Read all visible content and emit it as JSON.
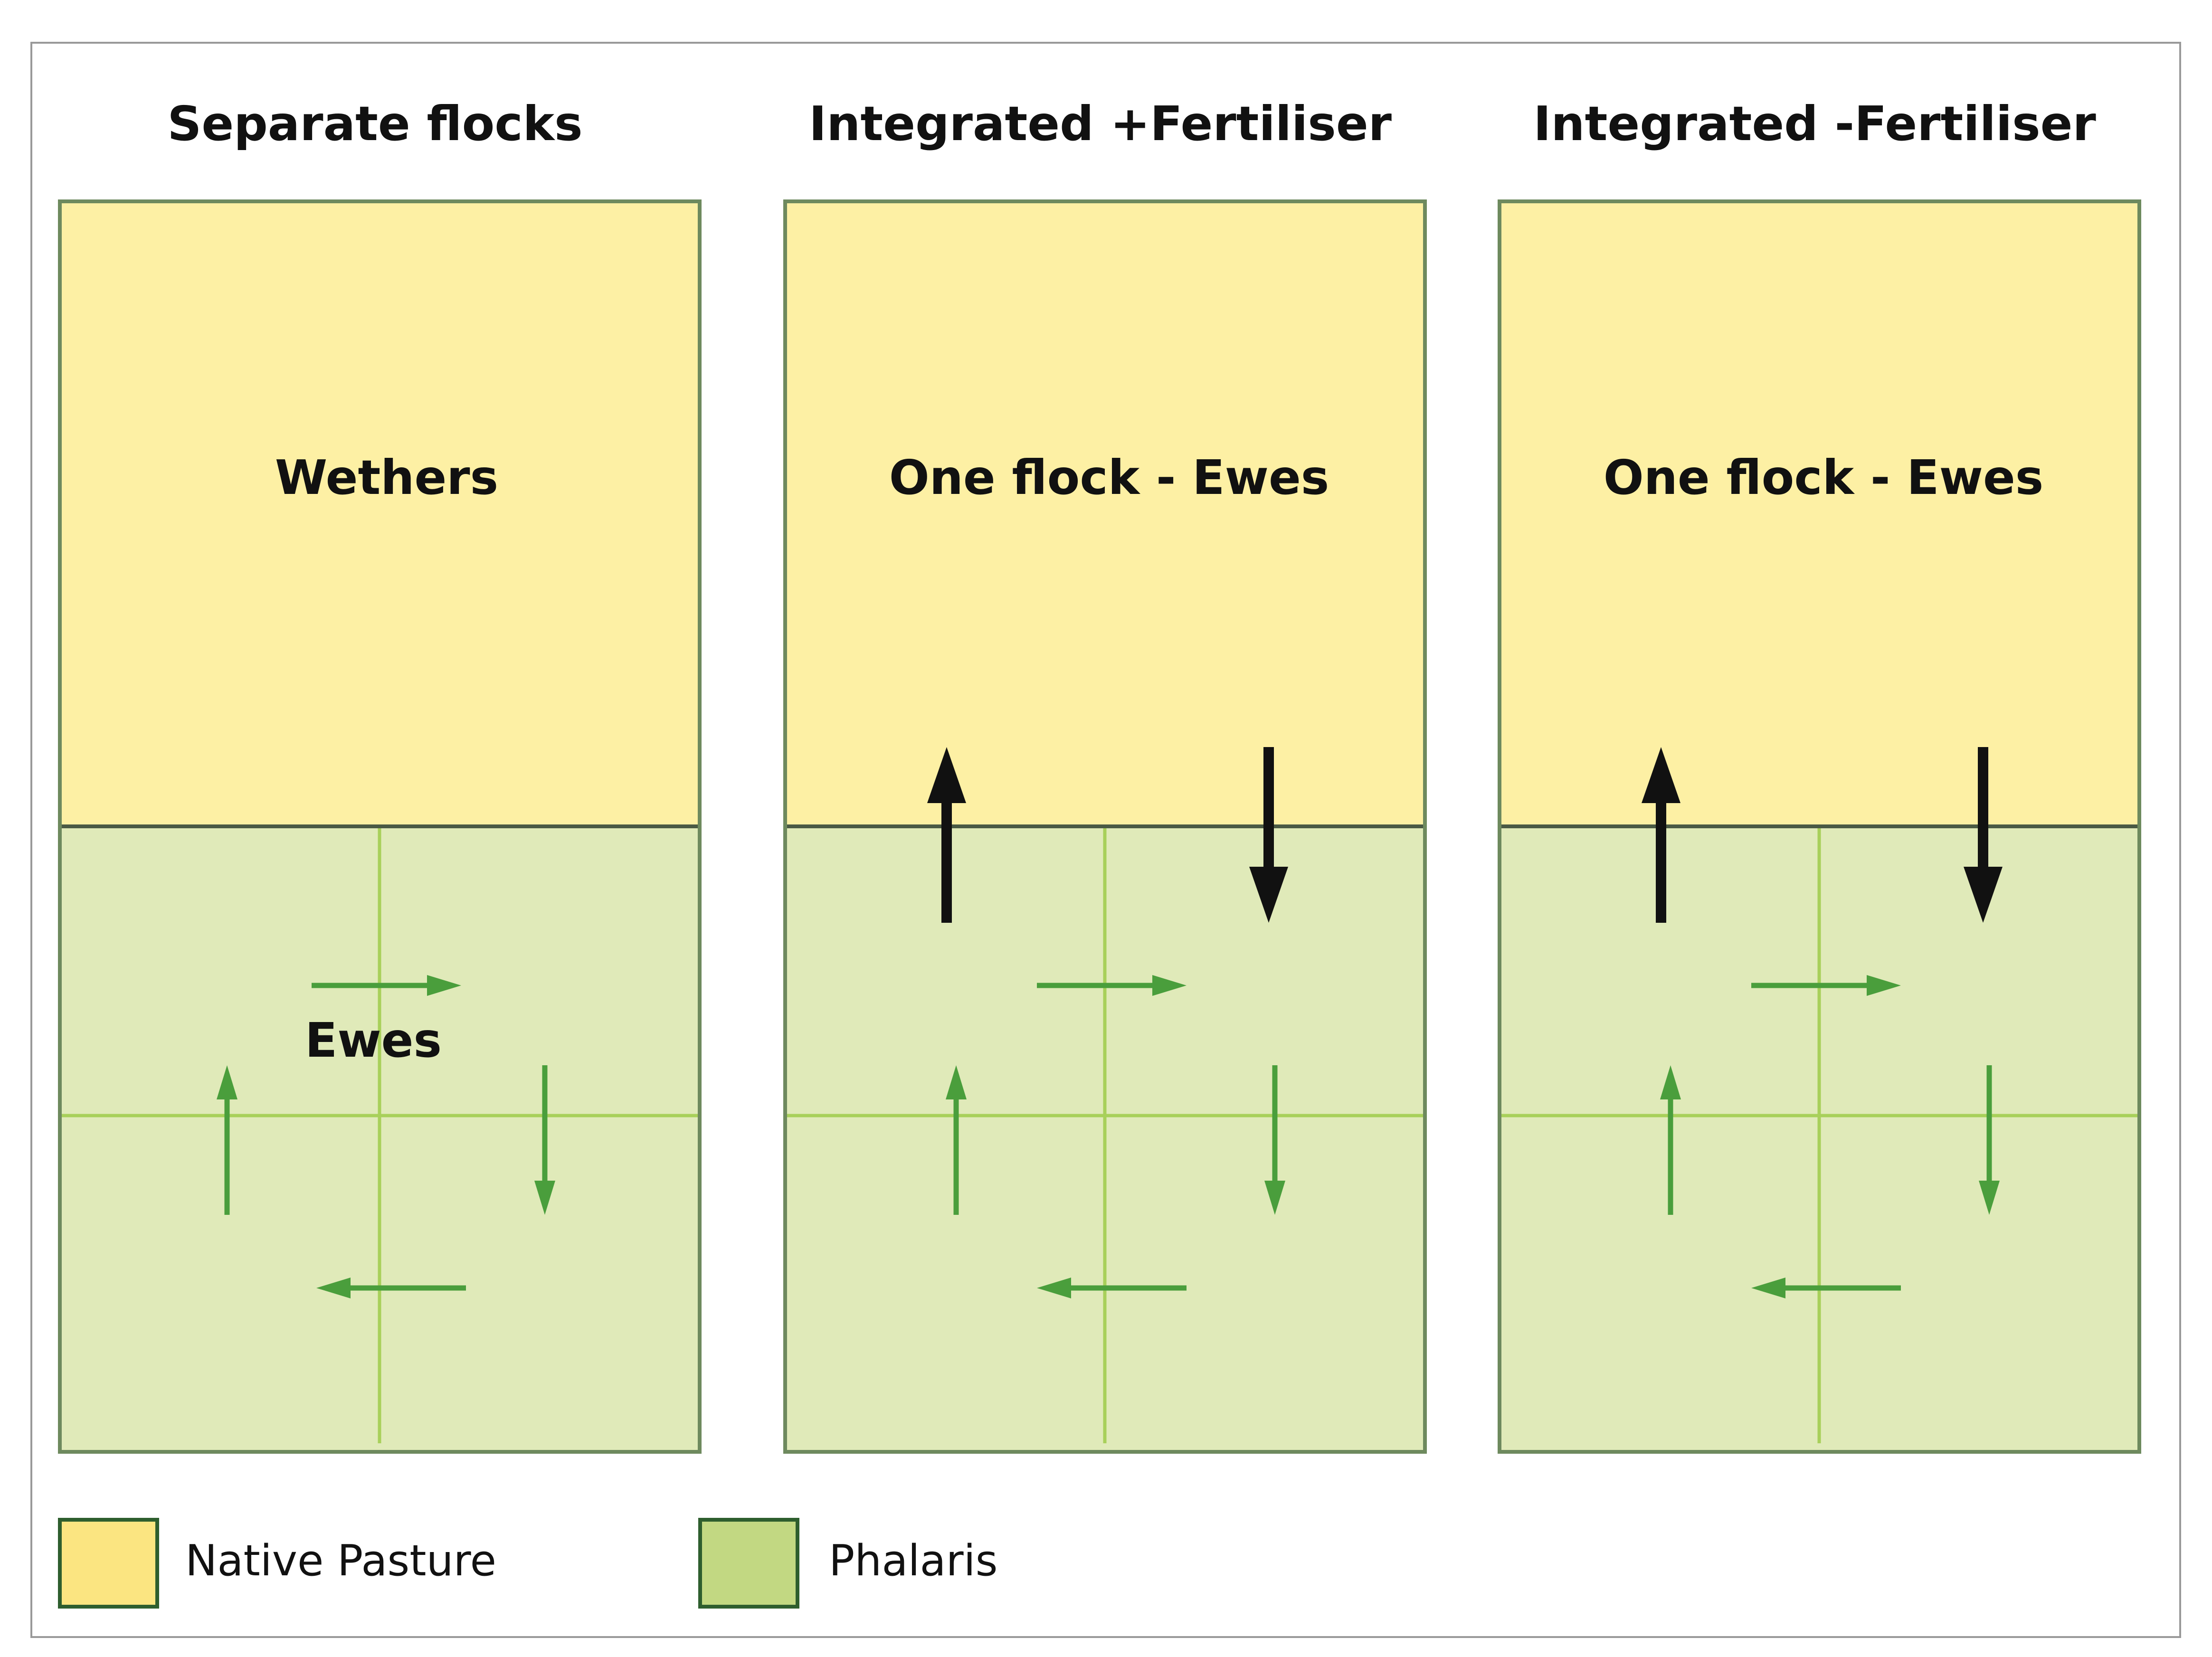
{
  "colors": {
    "native_pasture_fill": "#fdf0a4",
    "phalaris_fill": "#e0eab9",
    "panel_border": "#6e8a5e",
    "divider": "#4a5a44",
    "paddock_line": "#a8d05a",
    "green_arrow": "#4a9e3c",
    "black_arrow": "#111111",
    "legend_native": "#fbe581",
    "legend_phalaris": "#c2d882",
    "legend_border": "#2e5e2e",
    "frame": "#999999",
    "text": "#111111"
  },
  "panels": [
    {
      "title": "Separate flocks",
      "native_label": "Wethers",
      "phalaris_label": "Ewes",
      "flock_movement": false
    },
    {
      "title": "Integrated +Fertiliser",
      "native_label": "One flock - Ewes",
      "phalaris_label": "",
      "flock_movement": true
    },
    {
      "title": "Integrated -Fertiliser",
      "native_label": "One flock - Ewes",
      "phalaris_label": "",
      "flock_movement": true
    }
  ],
  "legend": [
    {
      "label": "Native Pasture",
      "color": "#fbe581"
    },
    {
      "label": "Phalaris",
      "color": "#c2d882"
    }
  ]
}
